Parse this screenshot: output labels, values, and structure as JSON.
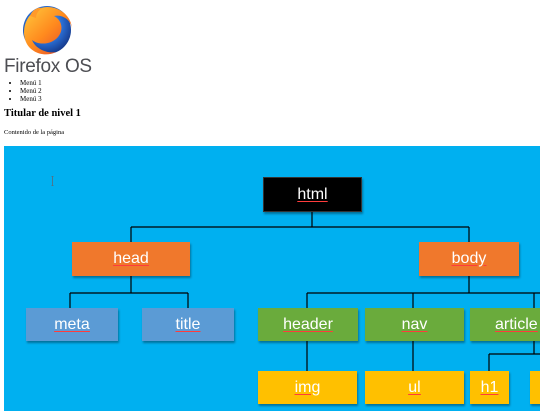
{
  "logo": {
    "icon": "firefox-os-logo",
    "text": "Firefox OS"
  },
  "menu": {
    "items": [
      "Menú 1",
      "Menú 2",
      "Menú 3"
    ]
  },
  "heading": "Titular de nivel 1",
  "content": "Contenido de la página",
  "diagram": {
    "background": "#00b0f0",
    "nodes": {
      "html": "html",
      "head": "head",
      "body": "body",
      "meta": "meta",
      "title": "title",
      "header": "header",
      "nav": "nav",
      "article": "article",
      "img": "img",
      "ul": "ul",
      "h1": "h1"
    },
    "colors": {
      "root": "#000000",
      "level1": "#f0782c",
      "head_children": "#5b9bd5",
      "body_children": "#6aab3c",
      "leaves": "#ffc000"
    }
  }
}
